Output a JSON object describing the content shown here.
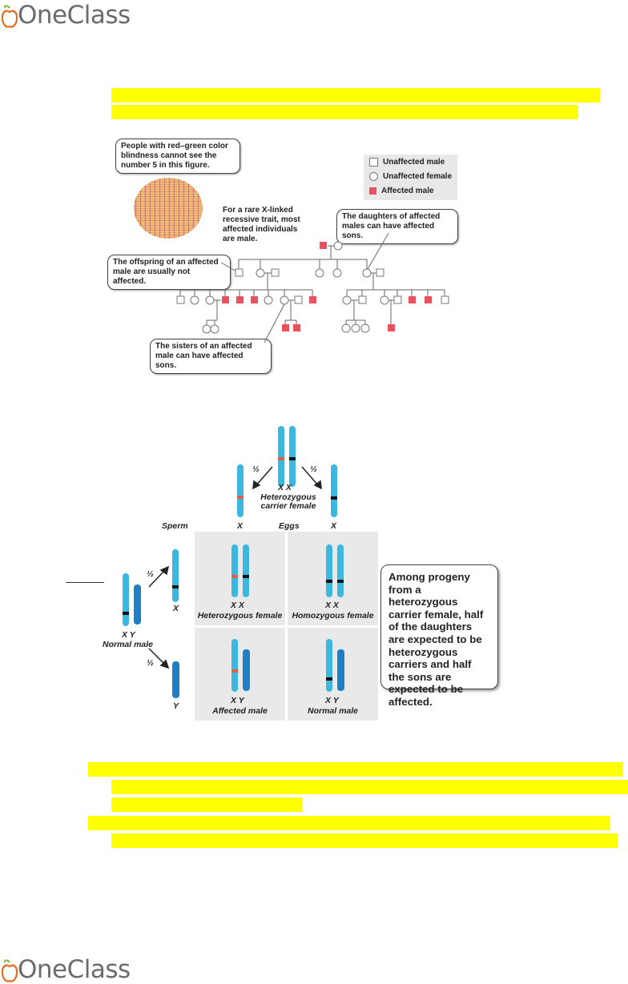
{
  "brand": {
    "name": "OneClass"
  },
  "pedigree": {
    "legend": [
      "Unaffected male",
      "Unaffected female",
      "Affected male"
    ],
    "callouts": {
      "color_blind": "People with red–green color blindness cannot see the number 5 in this figure.",
      "rare_trait": "For a rare X-linked recessive trait, most affected individuals are male.",
      "daughters": "The daughters of affected males can have affected sons.",
      "offspring": "The offspring of an affected male are usually not affected.",
      "sisters": "The sisters of an affected male can have affected sons."
    },
    "colors": {
      "affected": "#e8525f",
      "line": "#666666"
    }
  },
  "punnett": {
    "half": "½",
    "parent_female_alleles": "X X",
    "parent_female_label": "Heterozygous carrier female",
    "sperm_label": "Sperm",
    "eggs_label": "Eggs",
    "egg_left": "X",
    "egg_right": "X",
    "male_alleles": "X Y",
    "male_label": "Normal male",
    "sperm_x": "X",
    "sperm_y": "Y",
    "cells": [
      {
        "alleles": "X X",
        "label": "Heterozygous female"
      },
      {
        "alleles": "X X",
        "label": "Homozygous female"
      },
      {
        "alleles": "X Y",
        "label": "Affected male"
      },
      {
        "alleles": "X Y",
        "label": "Normal male"
      }
    ],
    "summary": "Among progeny from a heterozygous carrier female, half of the daughters are expected to be heterozygous carriers and half the sons are expected to be affected.",
    "colors": {
      "chrom_x": "#3bb7e0",
      "chrom_y": "#1f7fc4",
      "allele_mut": "#e35b4a",
      "cell_bg": "#e9e9e9"
    }
  }
}
